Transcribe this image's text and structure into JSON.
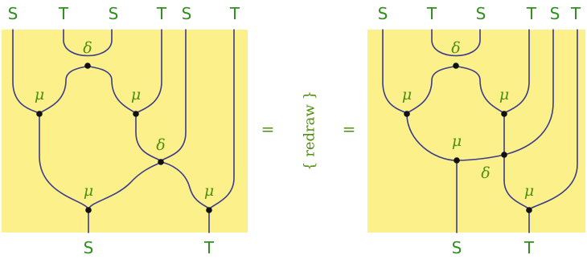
{
  "colors": {
    "panel_fill": "#fbf08a",
    "wire": "#3b3b8c",
    "node": "#111111",
    "type_label": "#2f8f1f",
    "greek_label": "#4f8f10"
  },
  "left_diagram": {
    "inputs": [
      "S",
      "T",
      "S",
      "T",
      "S",
      "T"
    ],
    "outputs": [
      "S",
      "T"
    ],
    "labels": [
      "δ",
      "μ",
      "μ",
      "δ",
      "μ",
      "μ"
    ]
  },
  "right_diagram": {
    "inputs": [
      "S",
      "T",
      "S",
      "T",
      "S",
      "T"
    ],
    "outputs": [
      "S",
      "T"
    ],
    "labels": [
      "δ",
      "μ",
      "μ",
      "μ",
      "δ",
      "μ"
    ]
  },
  "between": {
    "equals_left": "=",
    "equals_right": "=",
    "annotation": "{ redraw }"
  }
}
